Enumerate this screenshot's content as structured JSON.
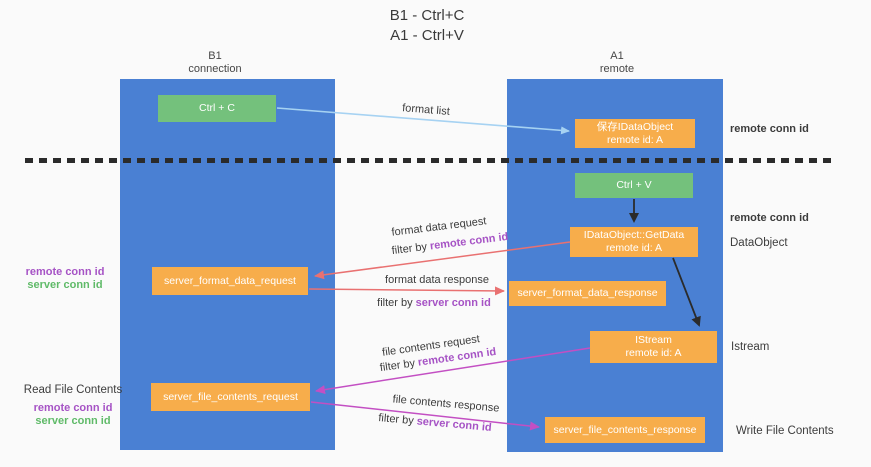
{
  "title": {
    "line1": "B1 - Ctrl+C",
    "line2": "A1 - Ctrl+V"
  },
  "lifelines": {
    "b1": {
      "title": "B1",
      "subtitle": "connection"
    },
    "a1": {
      "title": "A1",
      "subtitle": "remote"
    }
  },
  "boxes": {
    "ctrl_c": {
      "label": "Ctrl + C"
    },
    "save_idataobject": {
      "line1": "保存IDataObject",
      "line2": "remote id: A"
    },
    "ctrl_v": {
      "label": "Ctrl + V"
    },
    "getdata": {
      "line1": "IDataObject::GetData",
      "line2": "remote id: A"
    },
    "format_request": {
      "label": "server_format_data_request"
    },
    "format_response": {
      "label": "server_format_data_response"
    },
    "istream": {
      "line1": "IStream",
      "line2": "remote id: A"
    },
    "file_request": {
      "label": "server_file_contents_request"
    },
    "file_response": {
      "label": "server_file_contents_response"
    }
  },
  "arrow_labels": {
    "format_list": "format list",
    "format_data_request": "format data request",
    "format_data_response": "format data response",
    "file_contents_request": "file contents request",
    "file_contents_response": "file contents response",
    "filter_by": "filter by"
  },
  "annotations": {
    "remote_conn_id": "remote conn id",
    "server_conn_id": "server conn id",
    "dataobject": "DataObject",
    "istream": "Istream",
    "read_file_contents": "Read File Contents",
    "write_file_contents": "Write File Contents"
  },
  "colors": {
    "lifeline_blue": "#4a80d3",
    "box_orange": "#f7ad4b",
    "box_green": "#74c17c",
    "arrow_salmon": "#e97171",
    "arrow_magenta": "#c34fc3",
    "arrow_lightblue": "#a6d2f2",
    "text_purple": "#a653c5",
    "text_green": "#5fba68",
    "dashed_line": "#2b2b2b"
  }
}
